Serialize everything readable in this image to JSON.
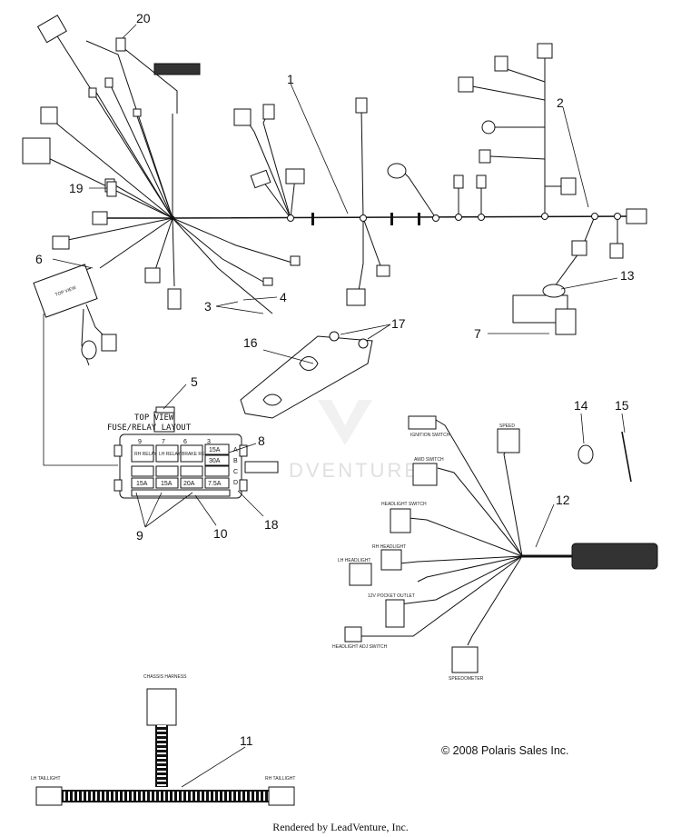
{
  "callouts": [
    "1",
    "2",
    "3",
    "4",
    "5",
    "6",
    "7",
    "8",
    "9",
    "10",
    "11",
    "12",
    "13",
    "14",
    "15",
    "16",
    "17",
    "18",
    "19",
    "20"
  ],
  "fuse_box": {
    "title_line1": "TOP VIEW",
    "title_line2": "FUSE/RELAY LAYOUT",
    "relays": [
      "RH RELAY",
      "LH RELAY",
      "BRAKE RELAY"
    ],
    "fuses": [
      "15A",
      "30A",
      "15A",
      "15A",
      "20A",
      "7.5A"
    ],
    "slots": [
      "9",
      "7",
      "6",
      "3",
      "A",
      "B",
      "C",
      "D"
    ]
  },
  "module_label": "TOP VIEW",
  "sub_harness_labels": {
    "ignition": "IGNITION SWITCH",
    "speed": "SPEED",
    "awd": "AWD SWITCH",
    "headlight_switch": "HEADLIGHT SWITCH",
    "rh_headlight": "RH HEADLIGHT",
    "lh_headlight": "LH HEADLIGHT",
    "power_outlet": "12V POCKET OUTLET",
    "headlight_adjust": "HEADLIGHT ADJ SWITCH",
    "speedometer": "SPEEDOMETER",
    "chassis_harness": "CHASSIS HARNESS",
    "lh_taillight": "LH TAILLIGHT",
    "rh_taillight": "RH TAILLIGHT"
  },
  "copyright": "© 2008 Polaris Sales Inc.",
  "footer": "Rendered by LeadVenture, Inc."
}
